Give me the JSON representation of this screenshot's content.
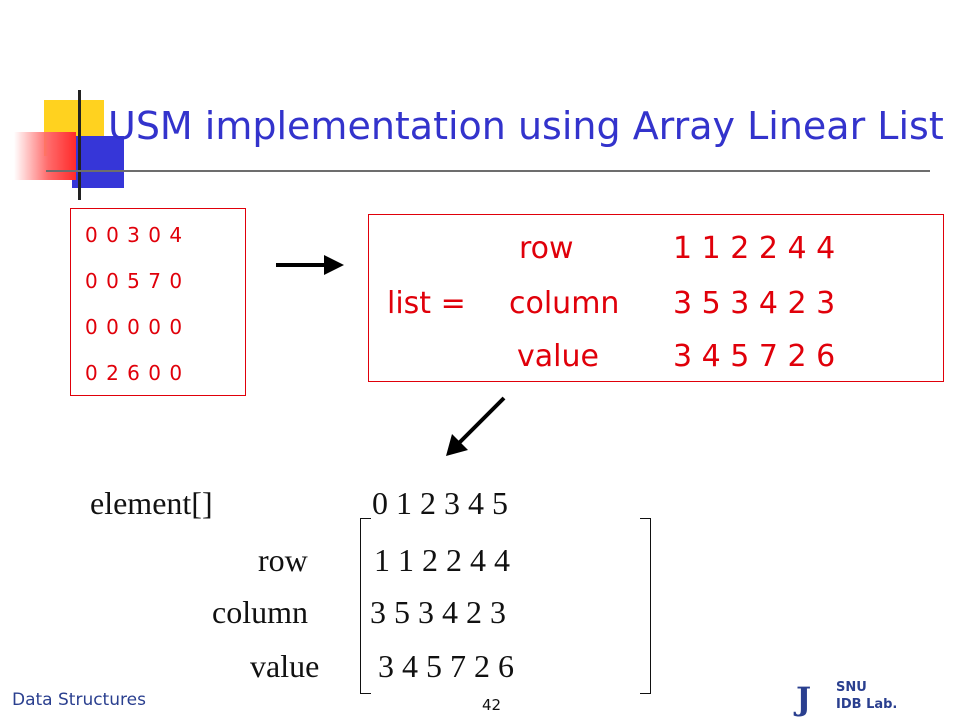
{
  "slide": {
    "title": "USM implementation using Array Linear List",
    "footer_left": "Data Structures",
    "page_number": "42",
    "logo_text_1": "SNU",
    "logo_text_2": "IDB Lab."
  },
  "matrix": {
    "rows": [
      "0 0 3 0 4",
      "0 0 5 7 0",
      "0 0 0 0 0",
      "0 2 6 0 0"
    ]
  },
  "list_box": {
    "prefix": "list =",
    "row_label": "row",
    "row_values": "1  1  2  2  4  4",
    "column_label": "column",
    "column_values": "3  5  3  4  2  3",
    "value_label": "value",
    "value_values": "3  4  5  7  2  6"
  },
  "array_view": {
    "element_label": "element[]",
    "indices": "0   1   2   3   4   5",
    "row_label": "row",
    "row_values": "1   1   2   2   4   4",
    "column_label": "column",
    "column_values": "3   5   3   4   2   3",
    "value_label": "value",
    "value_values": "3  4    5  7   2   6"
  },
  "colors": {
    "title": "#3333cc",
    "accent_red": "#e0000a",
    "footer": "#2a3f8f"
  },
  "icons": [
    "right-arrow-icon",
    "diagonal-down-left-arrow-icon",
    "snu-logo-icon"
  ]
}
